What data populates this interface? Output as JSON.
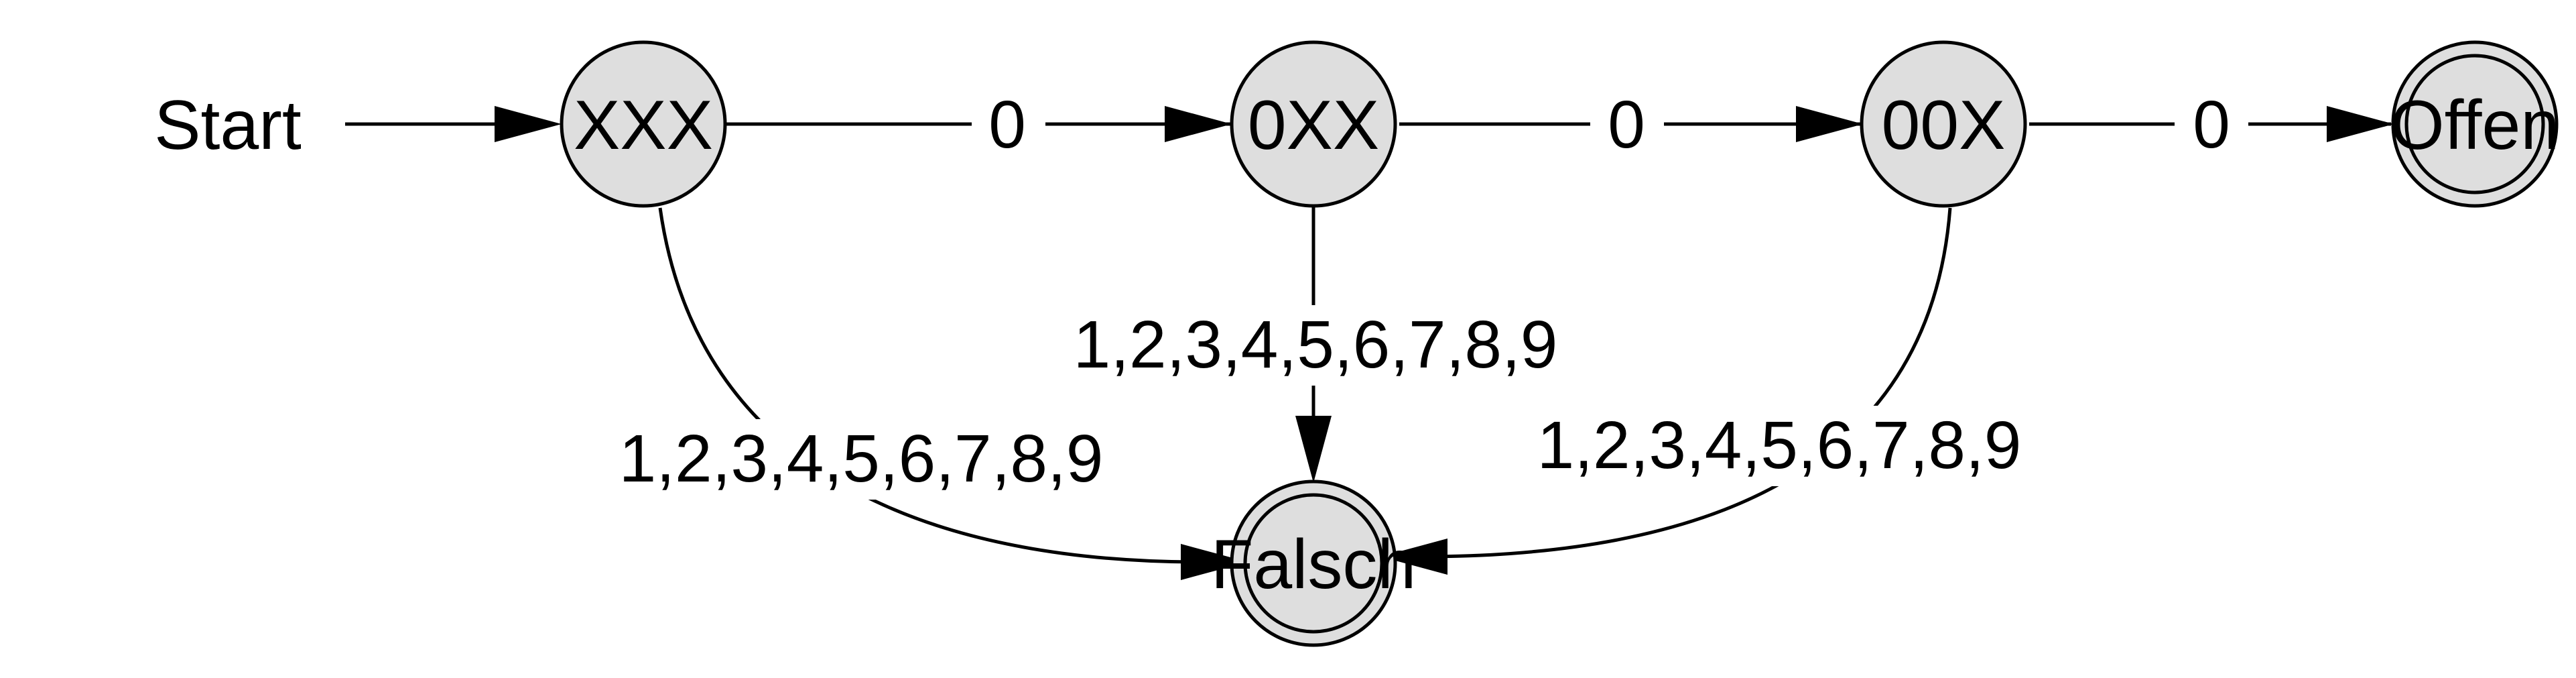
{
  "start_label": "Start",
  "states": {
    "xxx": "XXX",
    "oxx": "0XX",
    "oox": "00X",
    "offen": "Offen",
    "falsch": "Falsch"
  },
  "edges": {
    "xxx_to_oxx": "0",
    "oxx_to_oox": "0",
    "oox_to_offen": "0",
    "xxx_to_falsch": "1,2,3,4,5,6,7,8,9",
    "oxx_to_falsch": "1,2,3,4,5,6,7,8,9",
    "oox_to_falsch": "1,2,3,4,5,6,7,8,9"
  },
  "accepting_states": [
    "offen",
    "falsch"
  ]
}
